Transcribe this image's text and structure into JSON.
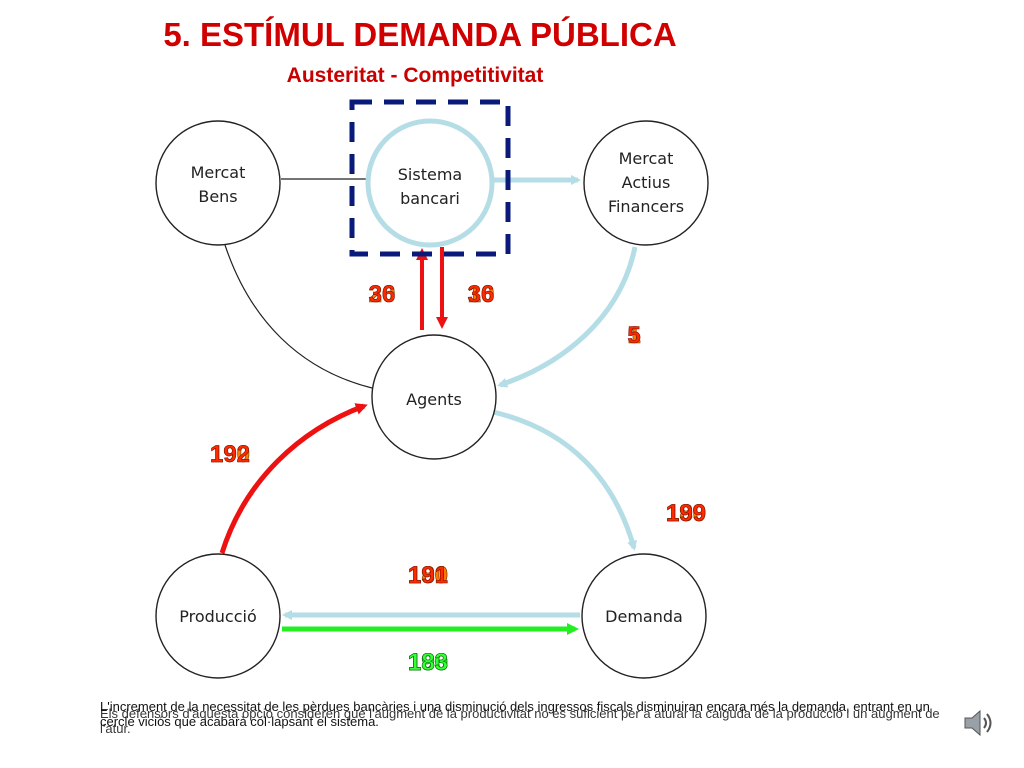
{
  "slide": {
    "title": "5. ESTÍMUL DEMANDA PÚBLICA",
    "subtitle": "Austeritat - Competitivitat"
  },
  "nodes": {
    "mercat_bens": [
      "Mercat",
      "Bens"
    ],
    "sistema_bancari": [
      "Sistema",
      "bancari"
    ],
    "mercat_actius": [
      "Mercat",
      "Actius",
      "Financers"
    ],
    "agents": [
      "Agents"
    ],
    "produccio": [
      "Producció"
    ],
    "demanda": [
      "Demanda"
    ]
  },
  "values": {
    "bank_left": [
      "20",
      "36"
    ],
    "bank_right": [
      "10",
      "36"
    ],
    "actius_to_agents": [
      "1",
      "5"
    ],
    "prod_to_agents": [
      "190",
      "192"
    ],
    "agents_to_demanda": [
      "189",
      "190",
      "199"
    ],
    "dem_to_prod": [
      "190",
      "180",
      "191"
    ],
    "prod_to_dem": [
      "180",
      "190",
      "193",
      "183"
    ]
  },
  "notes": {
    "line1": "L'increment de la necessitat de les pèrdues bancàries i una disminució dels ingressos fiscals disminuiran encara més la demanda, entrant en un cercle viciós que acabarà col·lapsant el sistema.",
    "line2": "Els defensors d'aquesta opció consideren que l'augment de la productivitat no és suficient per a aturar la caiguda de la producció i un augment de l'atur."
  },
  "colors": {
    "title": "#d10000",
    "flow_light_blue": "#b5dde6",
    "flow_red": "#ee1111",
    "flow_green": "#22ee22",
    "dashed_box": "#0a1a7a"
  }
}
